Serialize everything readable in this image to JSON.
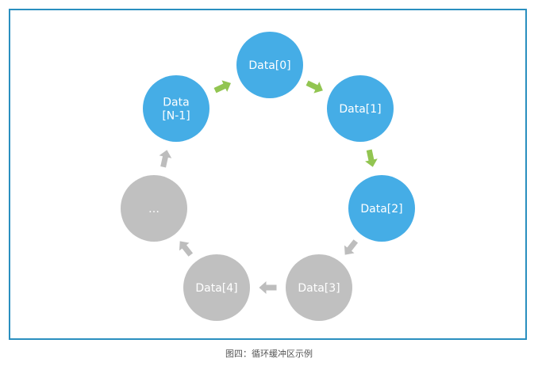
{
  "colors": {
    "frame": "#2a8fbf",
    "active_node": "#45ade6",
    "inactive_node": "#c0c0c0",
    "active_arrow": "#92c551",
    "inactive_arrow": "#bdbdbd"
  },
  "nodes": [
    {
      "id": "data-0",
      "lines": [
        "Data[0]"
      ],
      "state": "active"
    },
    {
      "id": "data-1",
      "lines": [
        "Data[1]"
      ],
      "state": "active"
    },
    {
      "id": "data-2",
      "lines": [
        "Data[2]"
      ],
      "state": "active"
    },
    {
      "id": "data-3",
      "lines": [
        "Data[3]"
      ],
      "state": "inactive"
    },
    {
      "id": "data-4",
      "lines": [
        "Data[4]"
      ],
      "state": "inactive"
    },
    {
      "id": "ellipsis",
      "lines": [
        "…"
      ],
      "state": "inactive"
    },
    {
      "id": "data-n-1",
      "lines": [
        "Data",
        "[N-1]"
      ],
      "state": "active"
    }
  ],
  "arrows": [
    {
      "from": "data-n-1",
      "to": "data-0",
      "state": "active"
    },
    {
      "from": "data-0",
      "to": "data-1",
      "state": "active"
    },
    {
      "from": "data-1",
      "to": "data-2",
      "state": "active"
    },
    {
      "from": "data-2",
      "to": "data-3",
      "state": "inactive"
    },
    {
      "from": "data-3",
      "to": "data-4",
      "state": "inactive"
    },
    {
      "from": "data-4",
      "to": "ellipsis",
      "state": "inactive"
    },
    {
      "from": "ellipsis",
      "to": "data-n-1",
      "state": "inactive"
    }
  ],
  "caption": "图四：循环缓冲区示例"
}
